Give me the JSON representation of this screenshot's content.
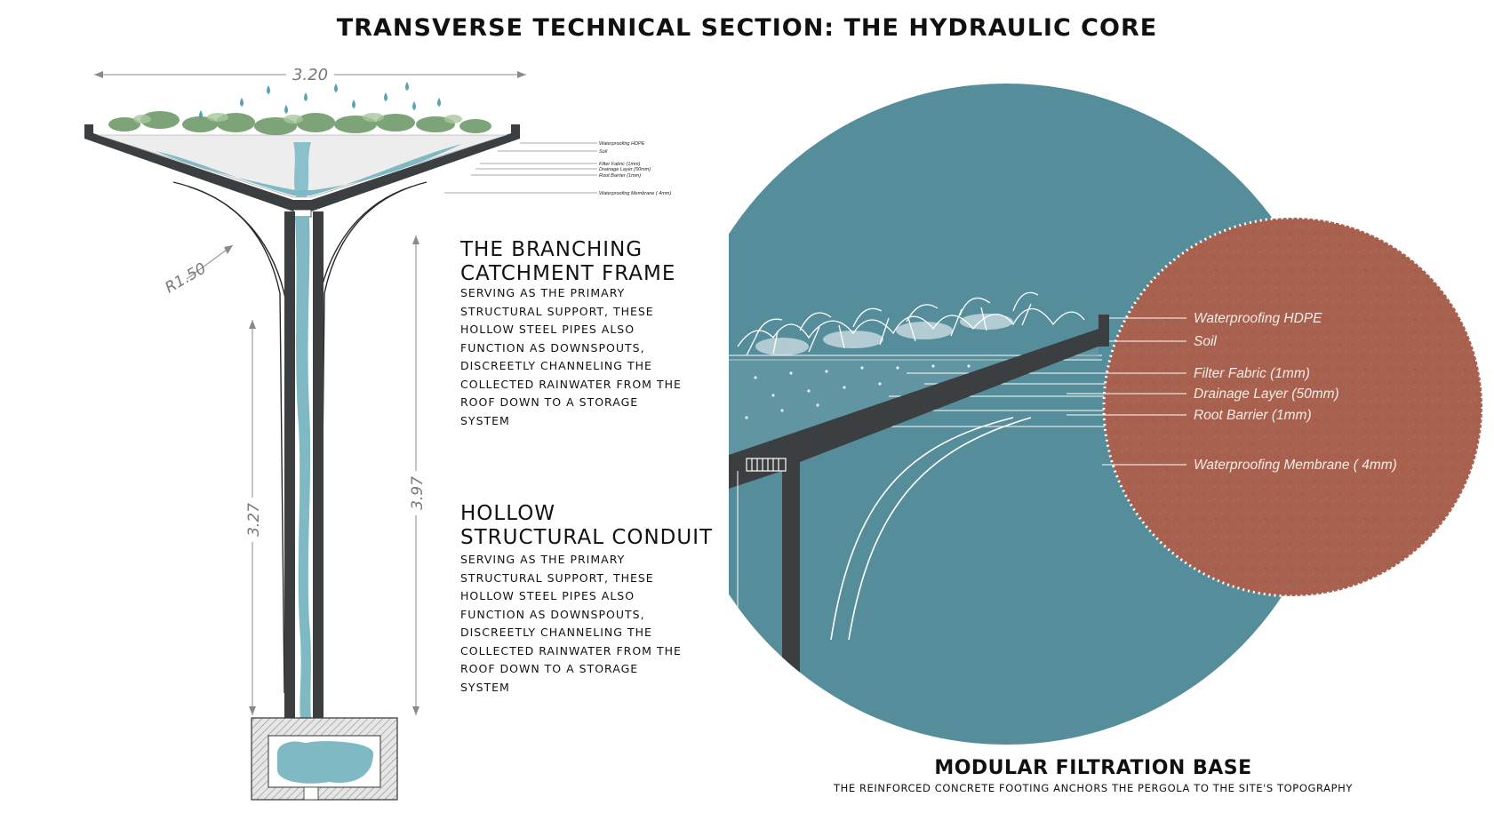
{
  "title": "TRANSVERSE TECHNICAL SECTION: THE HYDRAULIC CORE",
  "dimensions": {
    "width": "3.20",
    "radius": "R1.50",
    "height_left": "3.27",
    "height_right": "3.97"
  },
  "layers": [
    "Waterproofing HDPE",
    "Soil",
    "Filter Fabric (1mm)",
    "Drainage Layer (50mm)",
    "Root Barrier (1mm)",
    "Waterproofing Membrane ( 4mm)"
  ],
  "sections": [
    {
      "heading_line1": "THE BRANCHING",
      "heading_line2": "CATCHMENT FRAME",
      "body_lines": [
        "SERVING AS THE PRIMARY",
        "STRUCTURAL SUPPORT, THESE",
        "HOLLOW STEEL PIPES ALSO",
        "FUNCTION AS DOWNSPOUTS,",
        "DISCREETLY CHANNELING THE",
        "COLLECTED RAINWATER FROM THE",
        "ROOF DOWN TO A STORAGE",
        "SYSTEM"
      ]
    },
    {
      "heading_line1": "HOLLOW",
      "heading_line2": "STRUCTURAL CONDUIT",
      "body_lines": [
        "SERVING AS THE PRIMARY",
        "STRUCTURAL SUPPORT, THESE",
        "HOLLOW STEEL PIPES ALSO",
        "FUNCTION AS DOWNSPOUTS,",
        "DISCREETLY CHANNELING THE",
        "COLLECTED RAINWATER FROM THE",
        "ROOF DOWN TO A STORAGE",
        "SYSTEM"
      ]
    }
  ],
  "base": {
    "title": "MODULAR FILTRATION BASE",
    "subtitle": "THE REINFORCED CONCRETE FOOTING ANCHORS THE PERGOLA TO THE SITE'S TOPOGRAPHY"
  },
  "colors": {
    "teal_circle": "#568d9b",
    "soil_circle": "#a9614f",
    "water": "#7fb9c4",
    "steel": "#3c3f41",
    "plants": "#6f9a6a"
  }
}
